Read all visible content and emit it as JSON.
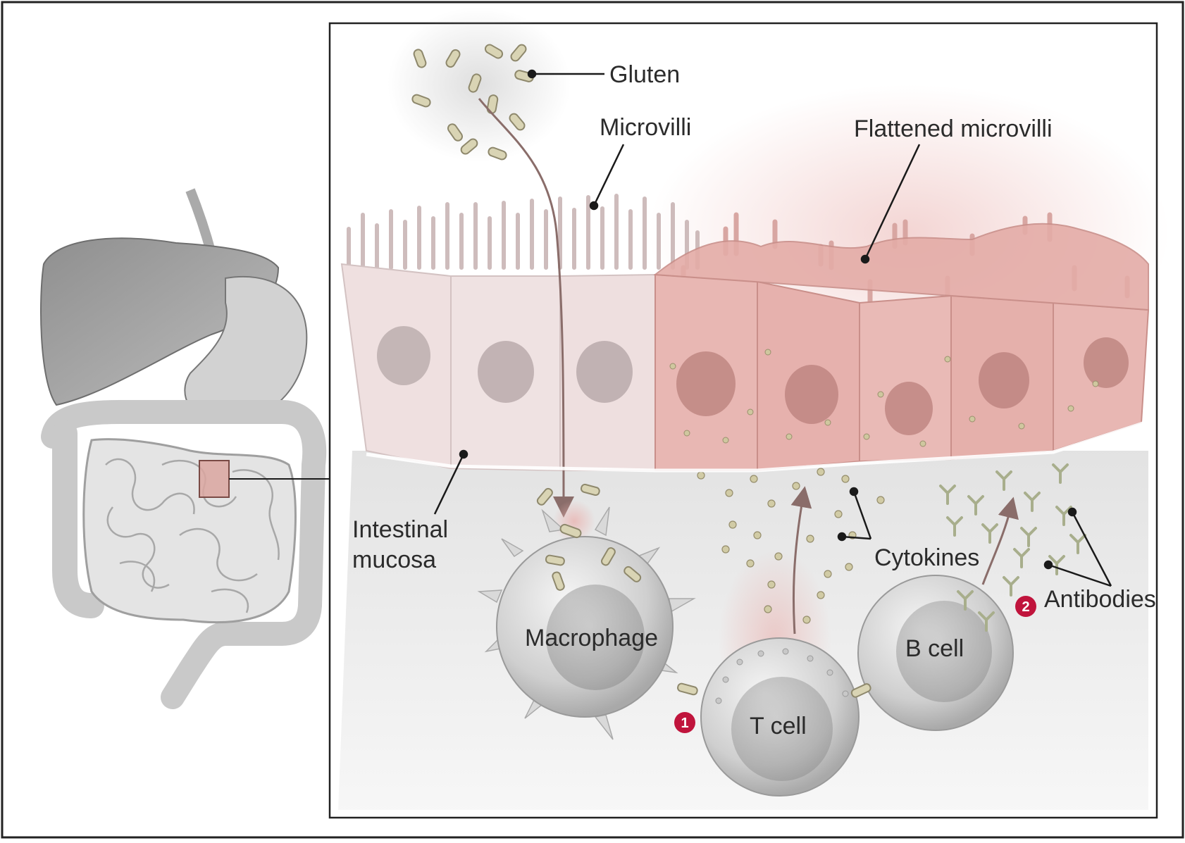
{
  "labels": {
    "gluten": "Gluten",
    "microvilli": "Microvilli",
    "flattened_microvilli": "Flattened microvilli",
    "intestinal_mucosa_line1": "Intestinal",
    "intestinal_mucosa_line2": "mucosa",
    "cytokines": "Cytokines",
    "antibodies": "Antibodies",
    "macrophage": "Macrophage",
    "t_cell": "T cell",
    "b_cell": "B cell"
  },
  "steps": [
    {
      "number": "1"
    },
    {
      "number": "2"
    }
  ],
  "colors": {
    "frame": "#222222",
    "step_badge": "#c0143c",
    "leader_line": "#1a1a1a",
    "healthy_cells": "#efe0e0",
    "inflamed_cells": "#e8b7b3",
    "inflamed_glow": "#f2c6c6",
    "cell_gray": "#c8c8c8",
    "organ_gray": "#9a9a9a",
    "gluten": "#c7c2a0",
    "highlight_box": "#dba6a0"
  }
}
